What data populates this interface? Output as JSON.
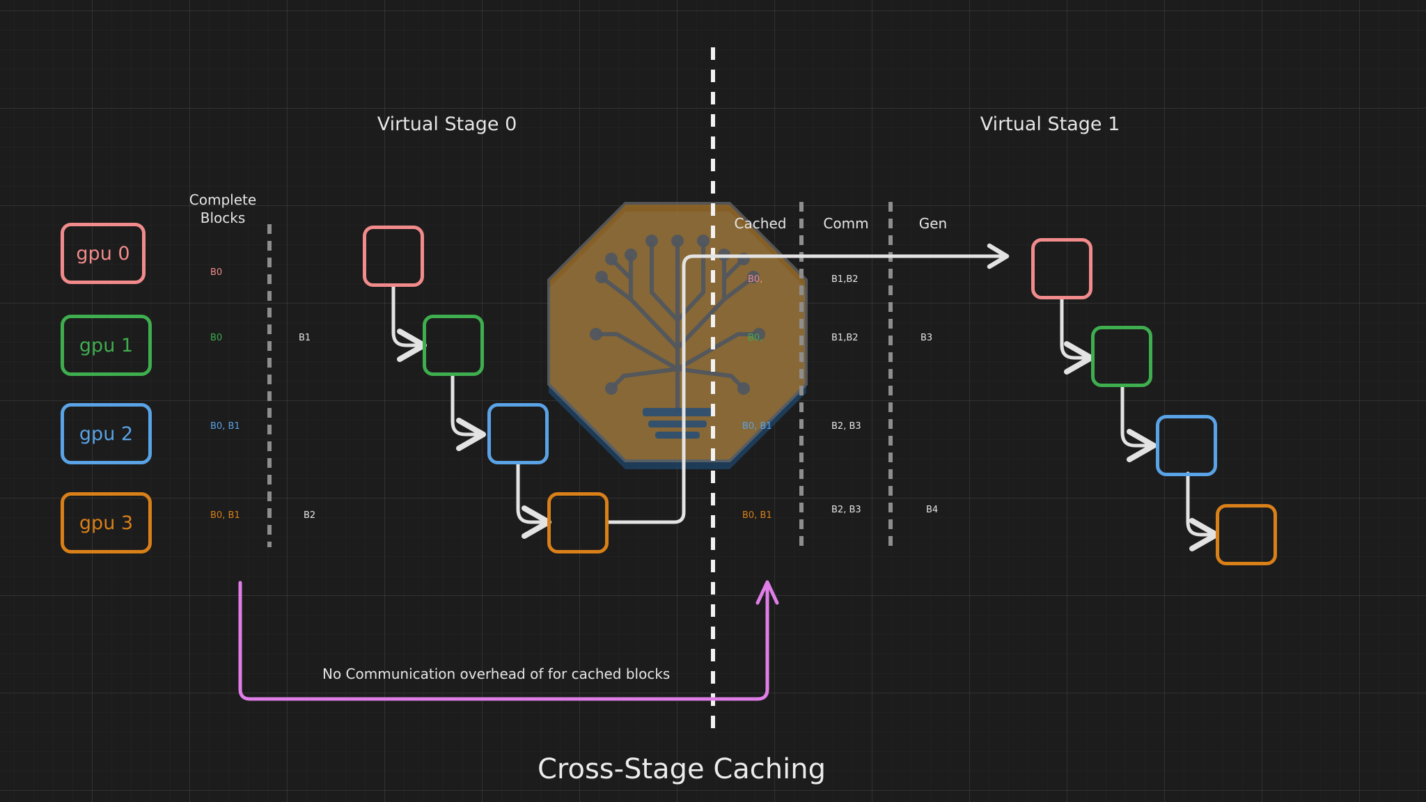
{
  "title": "Cross-Stage Caching",
  "stages": {
    "stage0_label": "Virtual Stage 0",
    "stage1_label": "Virtual Stage 1"
  },
  "columns": {
    "complete_blocks": "Complete\nBlocks",
    "cached": "Cached",
    "comm": "Comm",
    "gen": "Gen"
  },
  "gpus": [
    {
      "label": "gpu 0",
      "color": "#f28b8b"
    },
    {
      "label": "gpu 1",
      "color": "#3fae4f"
    },
    {
      "label": "gpu 2",
      "color": "#5aa3e6"
    },
    {
      "label": "gpu 3",
      "color": "#d98019"
    }
  ],
  "rows": [
    {
      "complete": "B0",
      "stage0_gen": "",
      "cached": "B0,",
      "comm": "B1,B2",
      "gen": ""
    },
    {
      "complete": "B0",
      "stage0_gen": "B1",
      "cached": "B0,",
      "comm": "B1,B2",
      "gen": "B3"
    },
    {
      "complete": "B0, B1",
      "stage0_gen": "",
      "cached": "B0, B1",
      "comm": "B2, B3",
      "gen": ""
    },
    {
      "complete": "B0, B1",
      "stage0_gen": "B2",
      "cached": "B0, B1",
      "comm": "B2, B3",
      "gen": "B4"
    }
  ],
  "note": "No Communication overhead of for cached blocks",
  "colors": {
    "arrow": "#e3e3e3",
    "accent_pink": "#e07ee8",
    "divider": "#9a9a9a",
    "logo_fill": "#b07a2a",
    "logo_shadow": "#1e4d78"
  },
  "icons": {
    "logo": "circuit-tree-lightbulb-icon"
  }
}
